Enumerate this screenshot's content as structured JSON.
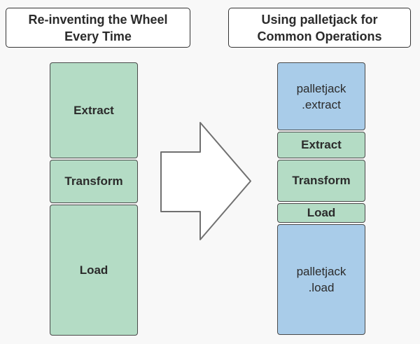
{
  "diagram": {
    "background": "#f8f8f8",
    "left": {
      "title_line1": "Re-inventing the Wheel",
      "title_line2": "Every Time",
      "blocks": [
        {
          "label": "Extract",
          "color": "#b4dcc5"
        },
        {
          "label": "Transform",
          "color": "#b4dcc5"
        },
        {
          "label": "Load",
          "color": "#b4dcc5"
        }
      ]
    },
    "right": {
      "title_line1": "Using palletjack for",
      "title_line2": "Common Operations",
      "blocks": [
        {
          "label_line1": "palletjack",
          "label_line2": ".extract",
          "color": "#a9cce9"
        },
        {
          "label": "Extract",
          "color": "#b4dcc5"
        },
        {
          "label": "Transform",
          "color": "#b4dcc5"
        },
        {
          "label": "Load",
          "color": "#b4dcc5"
        },
        {
          "label_line1": "palletjack",
          "label_line2": ".load",
          "color": "#a9cce9"
        }
      ]
    },
    "arrow": {
      "direction": "right",
      "fill": "#ffffff",
      "stroke": "#707070"
    },
    "colors": {
      "green_fill": "#b4dcc5",
      "blue_fill": "#a9cce9",
      "box_border": "#4a4a4a",
      "title_border": "#333333",
      "text": "#2b2b2b",
      "background": "#f8f8f8"
    }
  }
}
